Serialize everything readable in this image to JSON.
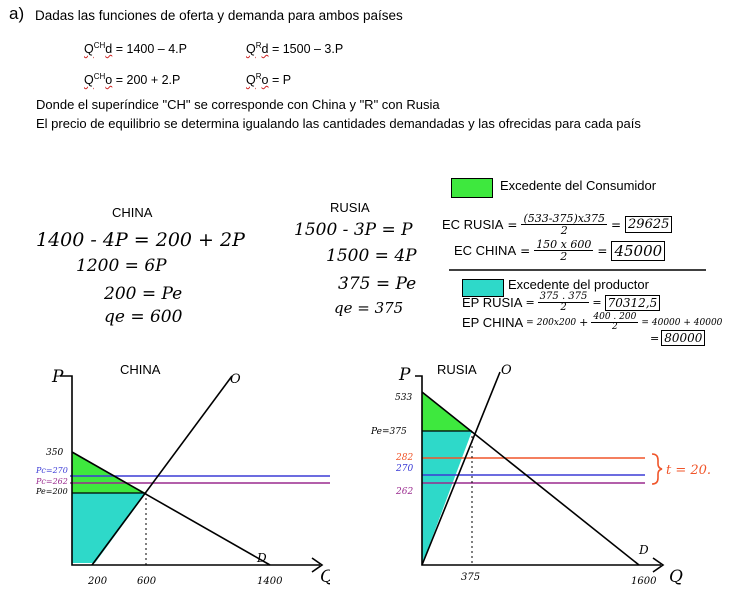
{
  "heading": {
    "letter": "a)",
    "title": "Dadas las funciones de oferta y demanda para ambos países"
  },
  "equations": {
    "china_demand": {
      "Q": "Q",
      "sup": "CH",
      "sub": "d",
      "rest": " = 1400 – 4.P"
    },
    "russia_demand": {
      "Q": "Q",
      "sup": "R",
      "sub": "d",
      "rest": " = 1500 – 3.P"
    },
    "china_supply": {
      "Q": "Q",
      "sup": "CH",
      "sub": "o",
      "rest": " = 200 + 2.P"
    },
    "russia_supply": {
      "Q": "Q",
      "sup": "R",
      "sub": "o",
      "rest": " = P"
    }
  },
  "notes": {
    "line1": "Donde el superíndice \"CH\" se corresponde con China y \"R\" con Rusia",
    "line2": "El precio de equilibrio se determina igualando las cantidades demandadas y las ofrecidas para cada país"
  },
  "china_calc": {
    "title": "CHINA",
    "lines": [
      "1400 - 4P = 200 + 2P",
      "1200 = 6P",
      "200 = Pe",
      "qe = 600"
    ]
  },
  "russia_calc": {
    "title": "RUSIA",
    "lines": [
      "1500 - 3P = P",
      "1500 = 4P",
      "375 = Pe",
      "qe = 375"
    ]
  },
  "legend": {
    "consumer": {
      "label": "Excedente del Consumidor",
      "color": "#3ee83e"
    },
    "producer": {
      "label": "Excedente del productor",
      "color": "#2ed9c9"
    }
  },
  "ec": {
    "russia_label": "EC RUSIA",
    "russia_num": "(533-375)x375",
    "russia_den": "2",
    "russia_result": "29625",
    "china_label": "EC CHINA",
    "china_num": "150 x 600",
    "china_den": "2",
    "china_result": "45000"
  },
  "ep": {
    "russia_label": "EP RUSIA",
    "russia_num": "375 . 375",
    "russia_den": "2",
    "russia_result": "70312,5",
    "china_label": "EP CHINA",
    "china_expr_a": "200x200",
    "china_num": "400 . 200",
    "china_den": "2",
    "china_sum": "40000 + 40000",
    "china_result": "80000"
  },
  "graph_china": {
    "title": "CHINA",
    "axis_p": "P",
    "axis_q": "Q",
    "supply_label": "O",
    "demand_label": "D",
    "y_labels": [
      "350",
      "Pc=270",
      "Pc=262",
      "Pe=200"
    ],
    "x_labels": [
      "200",
      "600",
      "1400"
    ]
  },
  "graph_russia": {
    "title": "RUSIA",
    "axis_p": "P",
    "axis_q": "Q",
    "supply_label": "O",
    "demand_label": "D",
    "y_labels": [
      "533",
      "Pe=375",
      "282",
      "270",
      "262"
    ],
    "x_labels": [
      "375",
      "1600"
    ],
    "tariff": "t = 20."
  },
  "colors": {
    "consumer_surplus": "#3ee83e",
    "producer_surplus": "#2ed9c9",
    "line_orange": "#f0552a",
    "line_blue": "#3b3bd6",
    "line_purple": "#9a2a8e",
    "ink": "#000000"
  }
}
